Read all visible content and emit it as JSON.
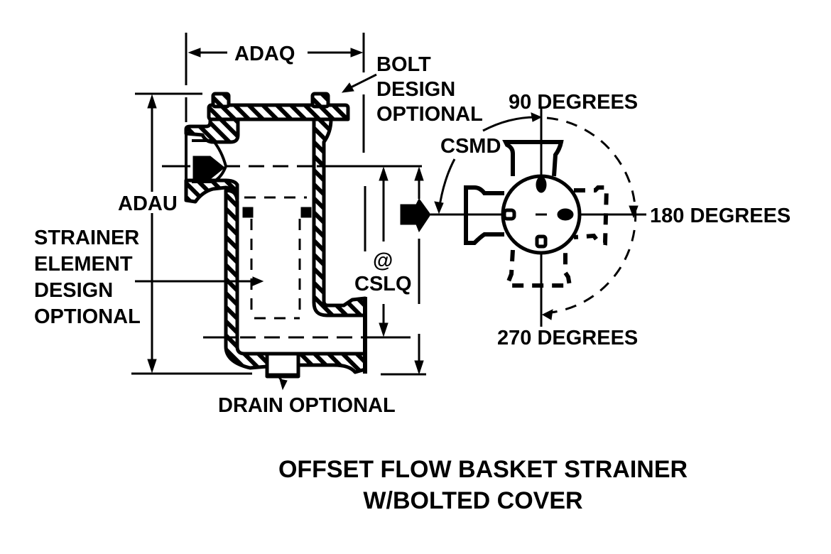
{
  "diagram": {
    "title_line1": "OFFSET FLOW BASKET STRAINER",
    "title_line2": "W/BOLTED COVER",
    "labels": {
      "adaq": "ADAQ",
      "bolt_line1": "BOLT",
      "bolt_line2": "DESIGN",
      "bolt_line3": "OPTIONAL",
      "adau": "ADAU",
      "strainer_line1": "STRAINER",
      "strainer_line2": "ELEMENT",
      "strainer_line3": "DESIGN",
      "strainer_line4": "OPTIONAL",
      "at_symbol": "@",
      "cslq": "CSLQ",
      "drain": "DRAIN OPTIONAL",
      "csmd": "CSMD",
      "deg90": "90 DEGREES",
      "deg180": "180 DEGREES",
      "deg270": "270 DEGREES"
    },
    "colors": {
      "ink": "#000000",
      "paper": "#ffffff"
    }
  }
}
